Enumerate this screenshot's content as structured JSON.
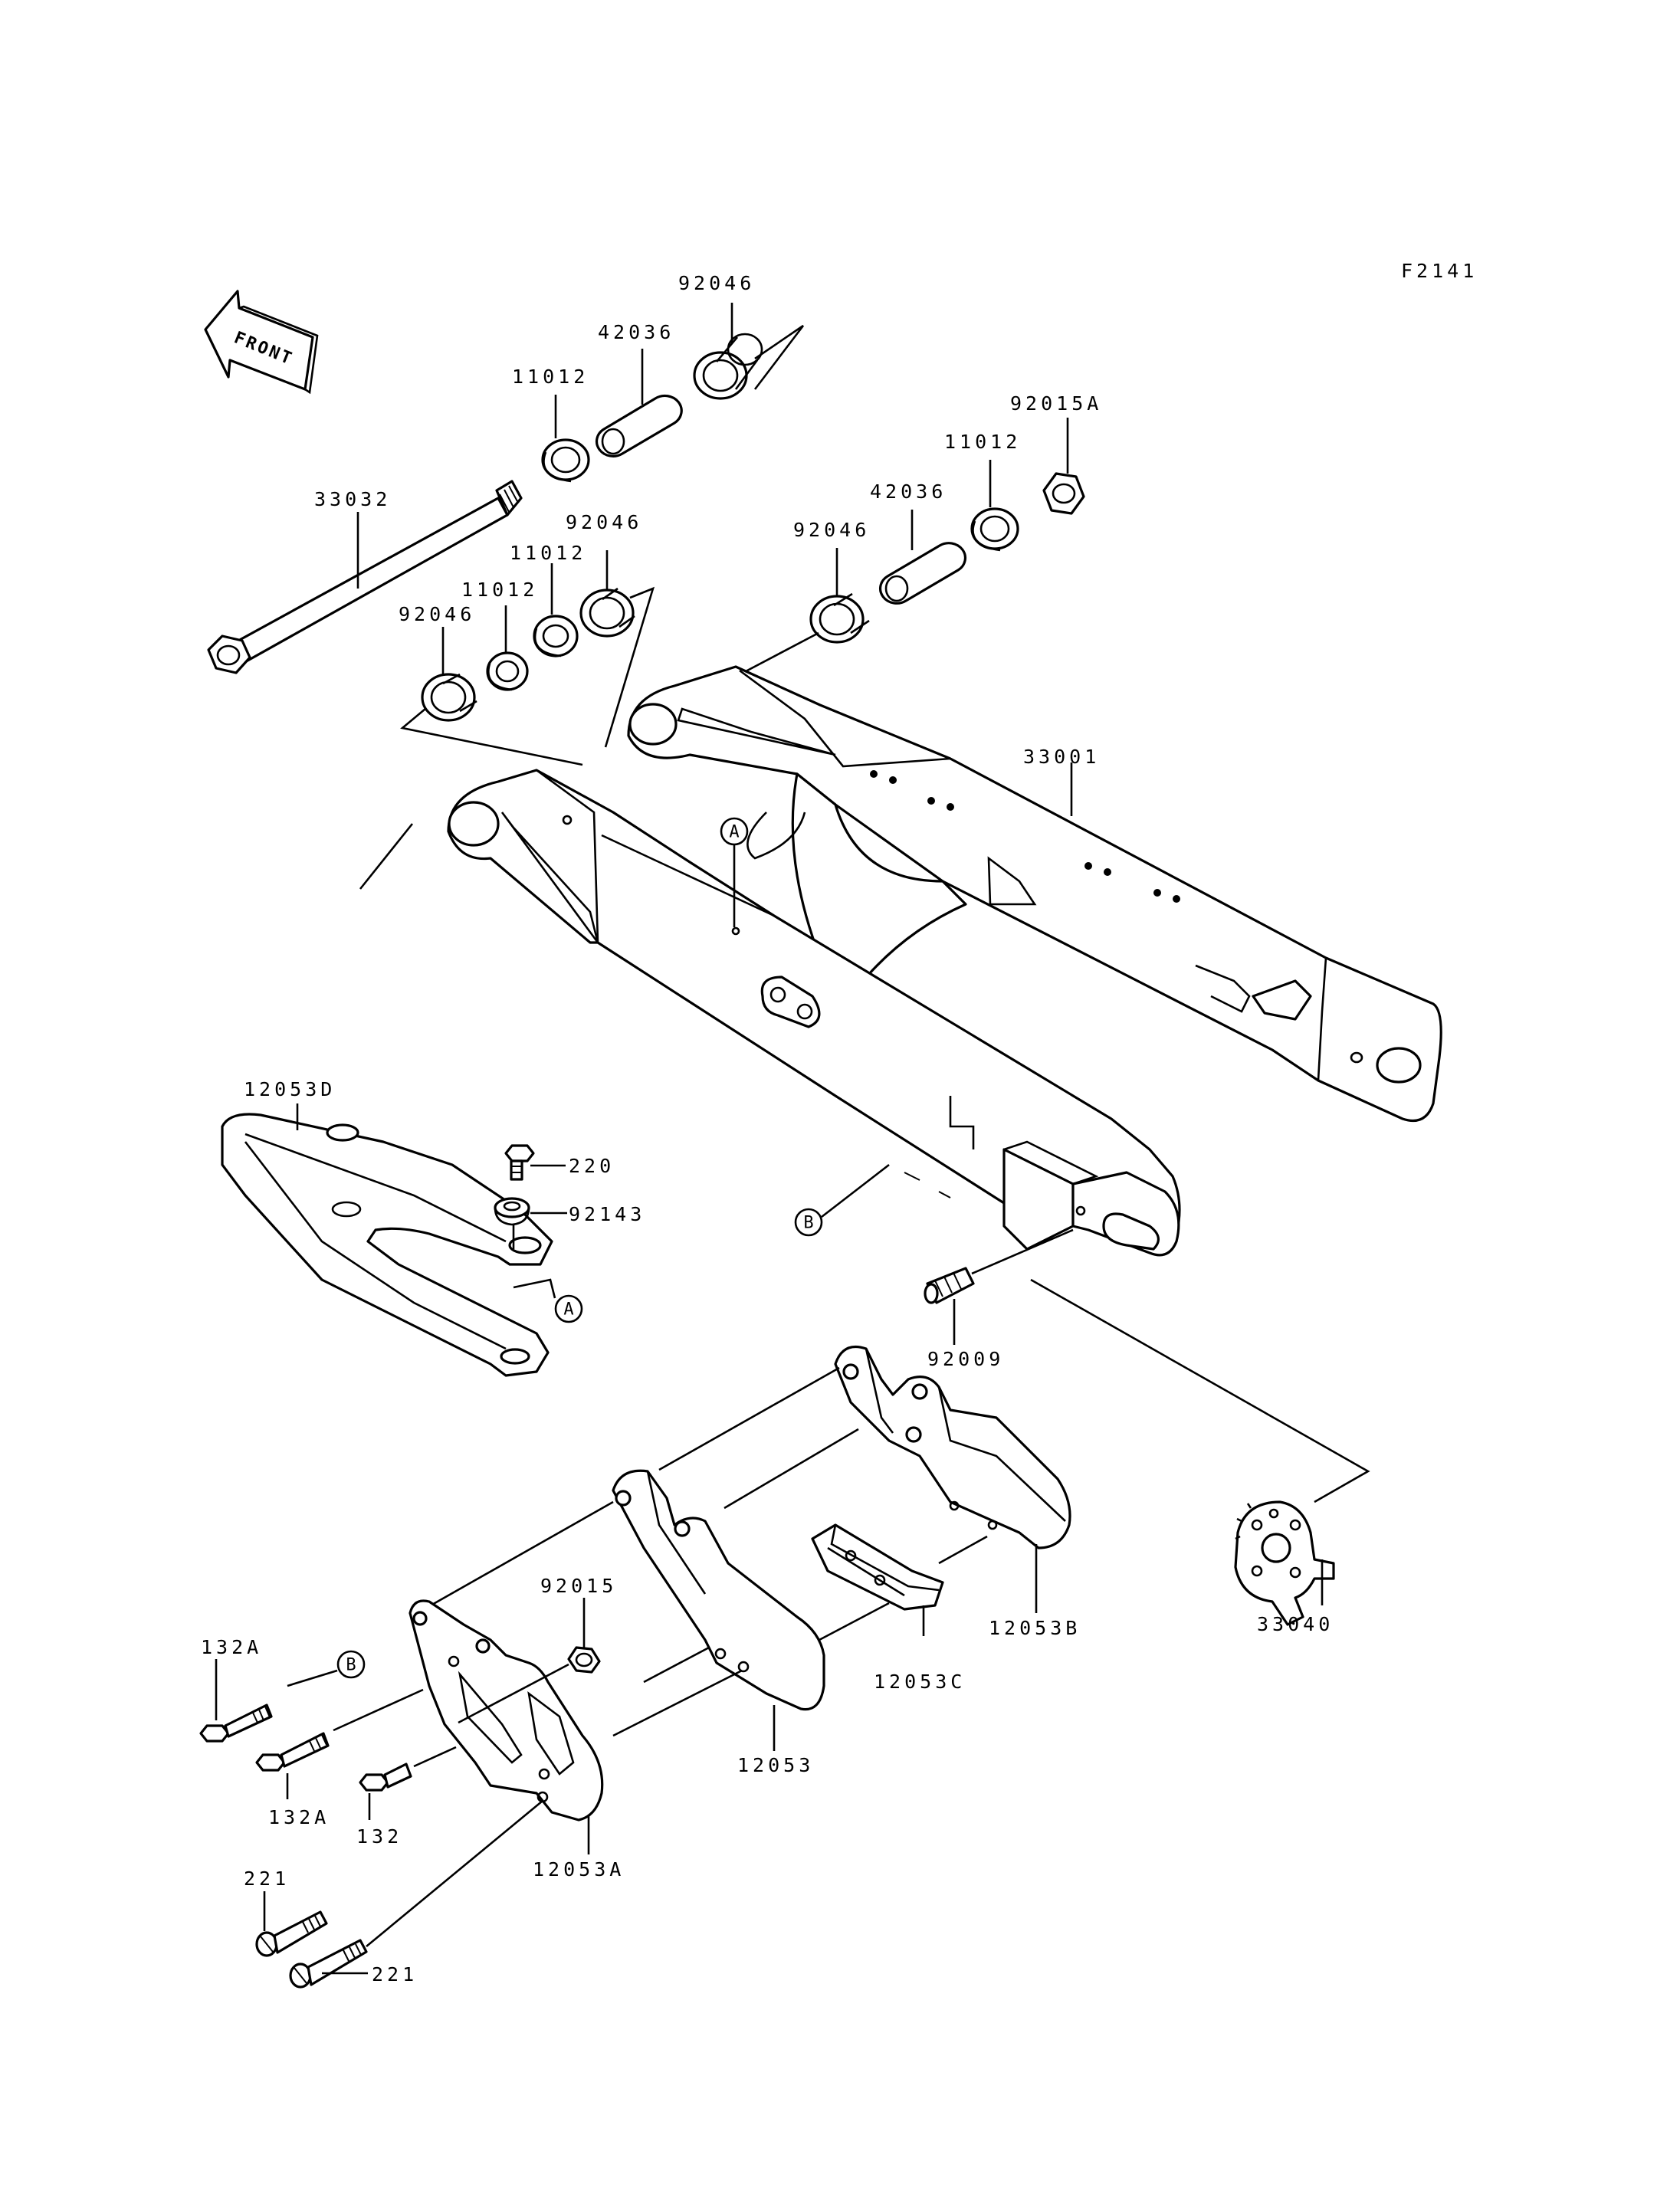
{
  "figure_code": "F2141",
  "front_arrow_label": "FRONT",
  "ref_markers": {
    "a": "A",
    "b": "B"
  },
  "parts": {
    "p92046_top": "92046",
    "p42036_top": "42036",
    "p11012_top": "11012",
    "p33032": "33032",
    "p92015A": "92015A",
    "p11012_right": "11012",
    "p42036_right": "42036",
    "p92046_right": "92046",
    "p92046_mid": "92046",
    "p11012_mid": "11012",
    "p11012_left": "11012",
    "p92046_left": "92046",
    "p33001": "33001",
    "p12053D": "12053D",
    "p220": "220",
    "p92143": "92143",
    "p92009": "92009",
    "p92015": "92015",
    "p132A_a": "132A",
    "p132A_b": "132A",
    "p132": "132",
    "p221_a": "221",
    "p221_b": "221",
    "p12053": "12053",
    "p12053A": "12053A",
    "p12053B": "12053B",
    "p12053C": "12053C",
    "p33040": "33040"
  }
}
